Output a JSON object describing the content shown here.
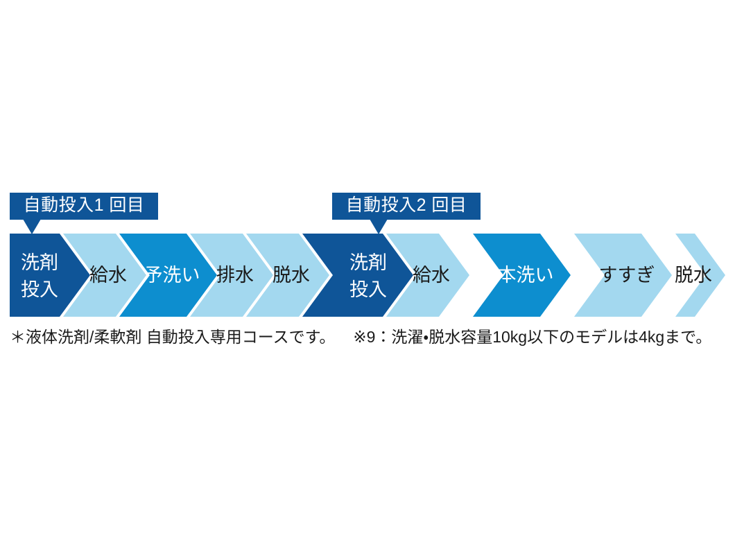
{
  "diagram": {
    "title": "自動投入専用コース 工程フロー",
    "colors": {
      "dark_blue": "#0f5598",
      "mid_blue": "#0d8ecf",
      "light_blue": "#a3d8ef",
      "white": "#ffffff",
      "text_dark": "#1a1a1a"
    },
    "callouts": [
      {
        "id": "callout-1",
        "label": "自動投入1 回目"
      },
      {
        "id": "callout-2",
        "label": "自動投入2 回目"
      }
    ],
    "steps": [
      {
        "index": 1,
        "label_line1": "洗剤",
        "label_line2": "投入",
        "tone": "dark",
        "text_color": "#ffffff"
      },
      {
        "index": 2,
        "label_line1": "給水",
        "label_line2": "",
        "tone": "light",
        "text_color": "#1a1a1a"
      },
      {
        "index": 3,
        "label_line1": "予洗い",
        "label_line2": "",
        "tone": "mid",
        "text_color": "#ffffff"
      },
      {
        "index": 4,
        "label_line1": "排水",
        "label_line2": "",
        "tone": "light",
        "text_color": "#1a1a1a"
      },
      {
        "index": 5,
        "label_line1": "脱水",
        "label_line2": "",
        "tone": "light",
        "text_color": "#1a1a1a"
      },
      {
        "index": 6,
        "label_line1": "洗剤",
        "label_line2": "投入",
        "tone": "dark",
        "text_color": "#ffffff"
      },
      {
        "index": 7,
        "label_line1": "給水",
        "label_line2": "",
        "tone": "light",
        "text_color": "#1a1a1a"
      },
      {
        "index": 8,
        "label_line1": "本洗い",
        "label_line2": "",
        "tone": "mid",
        "text_color": "#ffffff"
      },
      {
        "index": 9,
        "label_line1": "すすぎ",
        "label_line2": "",
        "tone": "light",
        "text_color": "#1a1a1a"
      },
      {
        "index": 10,
        "label_line1": "脱水",
        "label_line2": "",
        "tone": "light",
        "text_color": "#1a1a1a"
      }
    ],
    "footnotes": [
      {
        "id": "footnote-1",
        "text": "＊液体洗剤/柔軟剤 自動投入専用コースです。"
      },
      {
        "id": "footnote-2",
        "text": "※9：洗濯・脱水容量10kg以下のモデルは4kgまで。"
      }
    ]
  }
}
